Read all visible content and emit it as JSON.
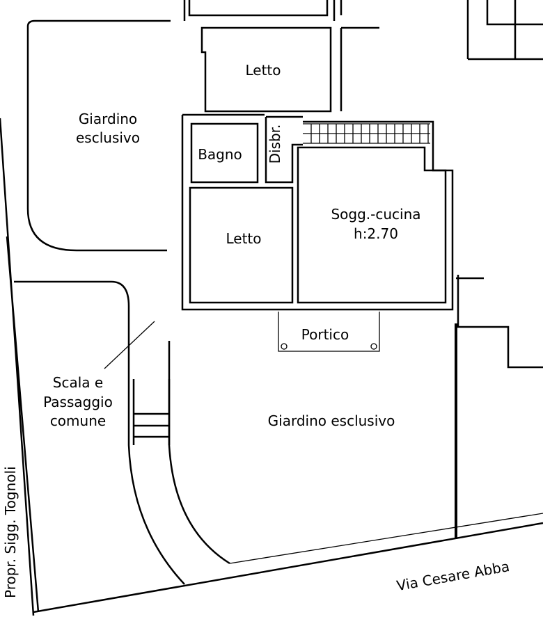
{
  "rooms": {
    "letto_top": "Letto",
    "giardino_top_l1": "Giardino",
    "giardino_top_l2": "esclusivo",
    "bagno": "Bagno",
    "disbr": "Disbr.",
    "letto_mid": "Letto",
    "soggiorno_l1": "Sogg.-cucina",
    "soggiorno_l2": "h:2.70",
    "portico": "Portico",
    "scala_l1": "Scala e",
    "scala_l2": "Passaggio",
    "scala_l3": "comune",
    "giardino_bottom": "Giardino  esclusivo"
  },
  "street": "Via Cesare Abba",
  "neighbor": "Propr. Sigg. Tognoli"
}
